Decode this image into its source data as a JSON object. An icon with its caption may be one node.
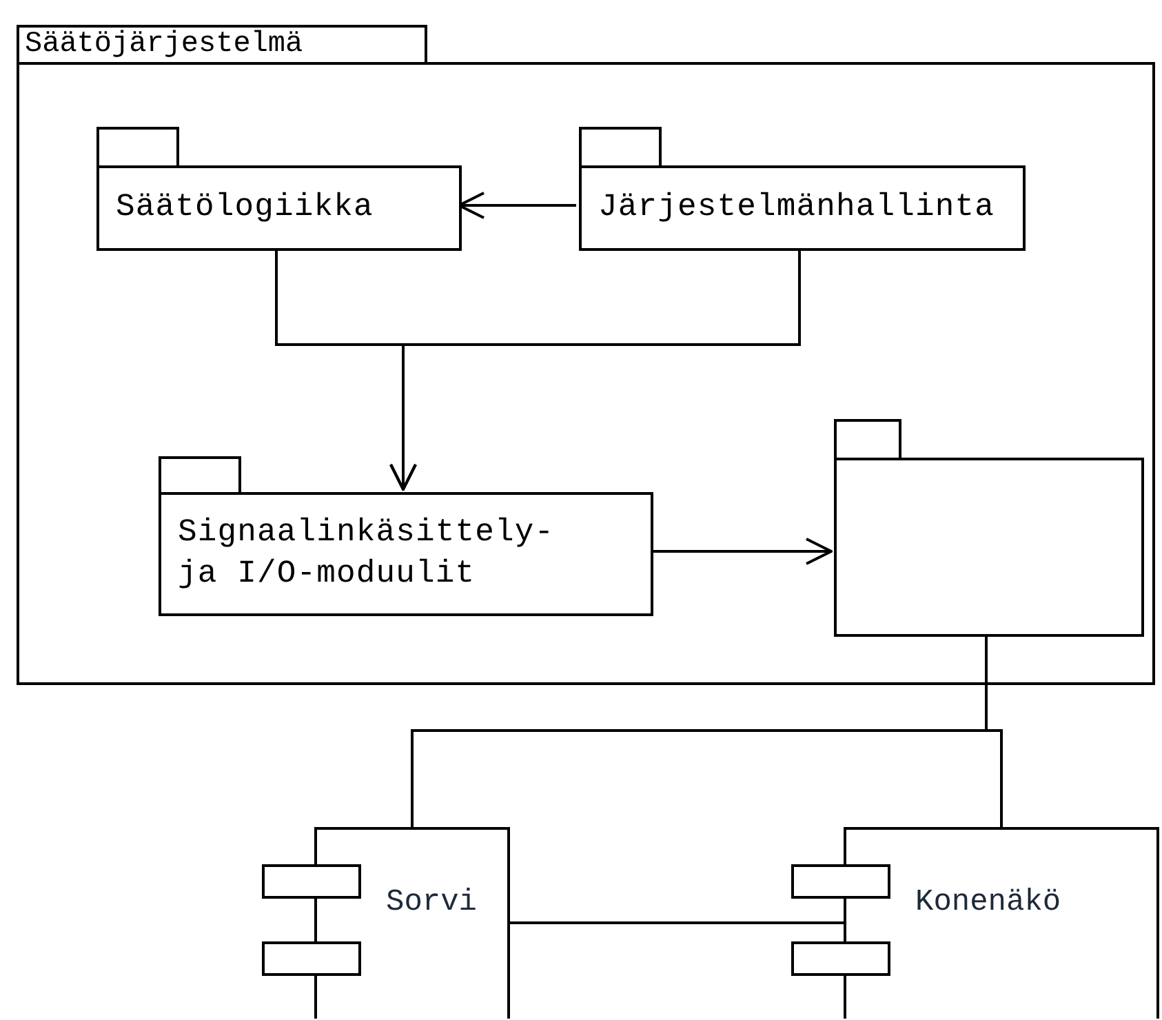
{
  "diagram": {
    "nodes": [
      {
        "text": [
          "Säätöjärjestelmä"
        ]
      },
      {
        "text": [
          "Säätölogiikka"
        ],
        "in": 0
      },
      {
        "text": [
          "Järjestelmänhallinta"
        ],
        "in": 0
      },
      {
        "text": [
          "Signaalinkäsittely- ja I/O-moduulit"
        ],
        "in": 0
      },
      {
        "text": [],
        "shape": "box",
        "in": 0
      },
      {
        "text": [
          "Sorvi"
        ]
      },
      {
        "text": [
          "Konenäkö"
        ]
      }
    ],
    "edges": [
      {
        "from": 2,
        "to": 1,
        "arrow": "to"
      },
      {
        "from": 1,
        "to": 3,
        "arrow": "to"
      },
      {
        "from": 2,
        "to": 3,
        "arrow": "to"
      },
      {
        "from": 3,
        "to": 4,
        "arrow": "to"
      },
      {
        "from": 4,
        "to": 5,
        "arrow": "none"
      },
      {
        "from": 4,
        "to": 6,
        "arrow": "none"
      },
      {
        "from": 5,
        "to": 6,
        "arrow": "none"
      }
    ]
  }
}
